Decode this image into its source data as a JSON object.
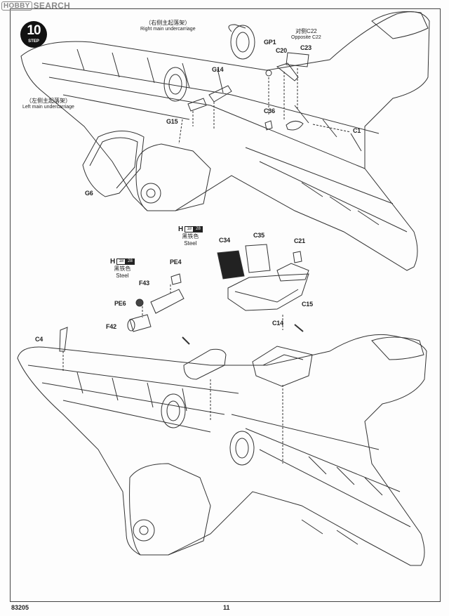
{
  "watermark": {
    "logo": "HOBBY",
    "text": "SEARCH"
  },
  "step": {
    "number": "10",
    "label": "STEP"
  },
  "captions": {
    "right_main_cn": "（右侧主起落架）",
    "right_main_en": "Right main undercarriage",
    "left_main_cn": "（左侧主起落架）",
    "left_main_en": "Left main undercarriage",
    "opposite_cn": "对侧C22",
    "opposite_en": "Opposite C22"
  },
  "parts": {
    "gp1": "GP1",
    "c20": "C20",
    "c23": "C23",
    "g14": "G14",
    "c36": "C36",
    "c1": "C1",
    "g15": "G15",
    "g6": "G6",
    "c34": "C34",
    "c35": "C35",
    "c21": "C21",
    "c15": "C15",
    "c14": "C14",
    "pe4": "PE4",
    "f43": "F43",
    "pe6": "PE6",
    "f42": "F42",
    "c4": "C4"
  },
  "paint_callouts": [
    {
      "letter": "H",
      "code_a": "18",
      "code_b": "28",
      "cn": "黑铁色",
      "en": "Steel"
    },
    {
      "letter": "H",
      "code_a": "18",
      "code_b": "28",
      "cn": "黑铁色",
      "en": "Steel"
    }
  ],
  "footer": {
    "kit_number": "83205",
    "page_number": "11"
  }
}
